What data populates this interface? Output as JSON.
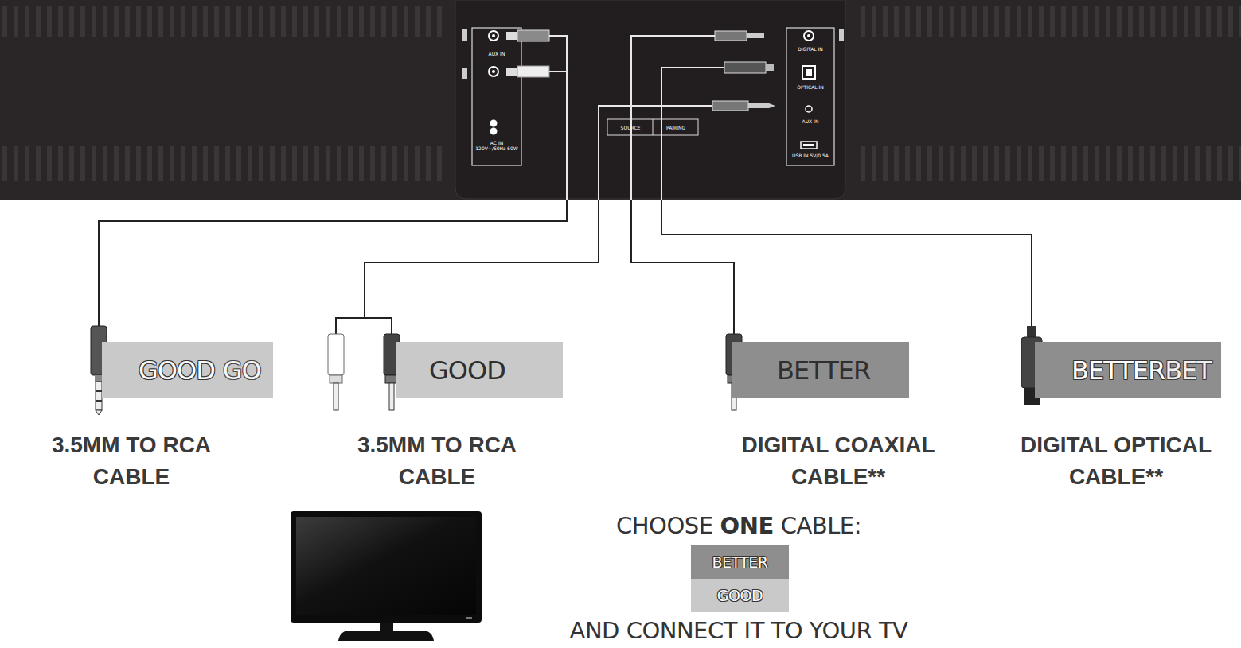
{
  "diagram": {
    "nodes": [
      {
        "text": [
          "GOOD"
        ]
      },
      {
        "text": [
          "GOOD"
        ]
      },
      {
        "text": [
          "BETTER"
        ]
      },
      {
        "text": [
          "BETTER"
        ]
      }
    ],
    "labels": [
      "GO",
      "BET",
      "3.5MM TO RCA CABLE",
      "3.5MM TO RCA CABLE",
      "DIGITAL COAXIAL CABLE**",
      "DIGITAL OPTICAL CABLE**",
      "CHOOSE",
      "ONE",
      "CABLE:",
      "AND CONNECT IT TO YOUR TV",
      "AUX IN",
      "AC IN 120V~/60Hz 60W",
      "DIGITAL IN",
      "OPTICAL IN",
      "AUX IN",
      "USB IN 5V/0.5A",
      "SOURCE",
      "PAIRING"
    ],
    "legend": [
      {
        "text": "BETTER",
        "color": "#8e8e8e"
      },
      {
        "text": "GOOD",
        "color": "#c9c9c9"
      }
    ]
  }
}
